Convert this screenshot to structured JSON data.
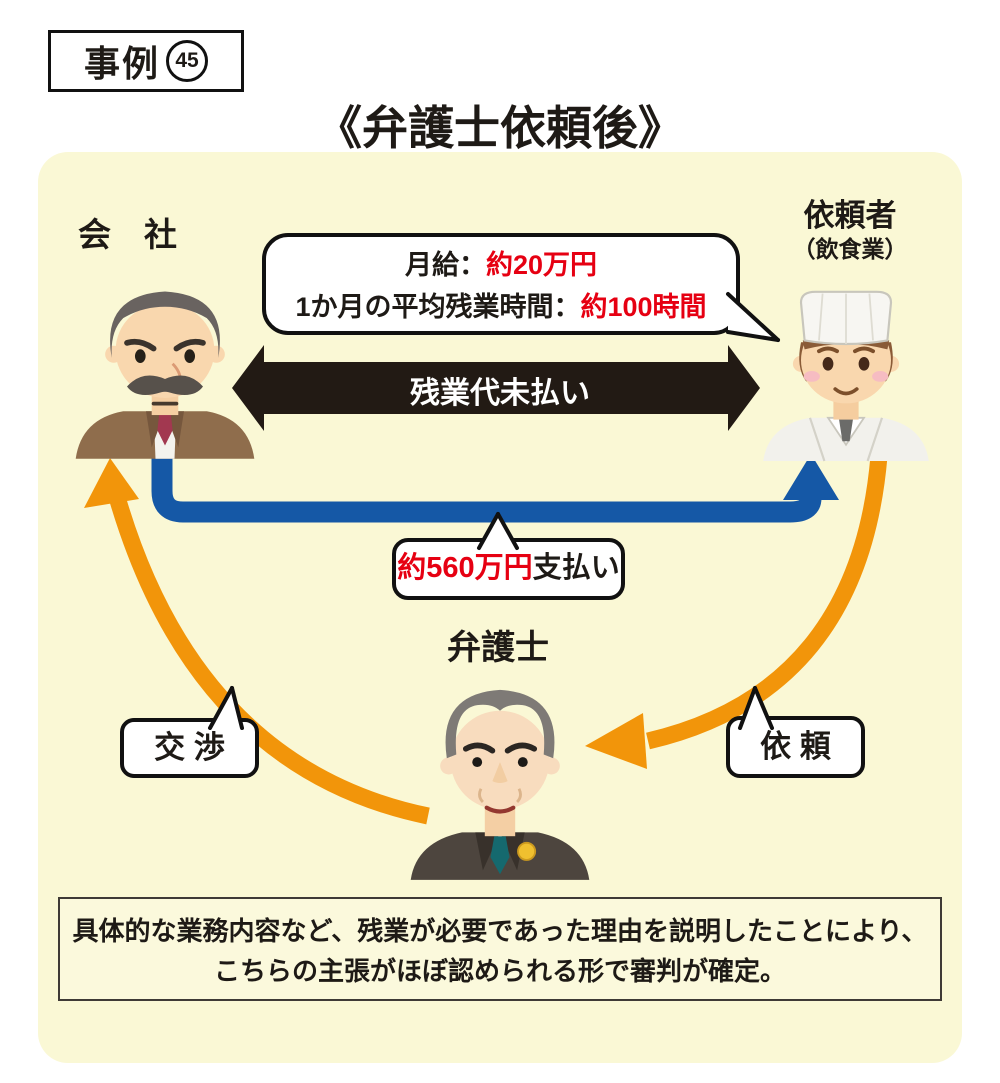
{
  "badge": {
    "prefix": "事例",
    "number": "45"
  },
  "title": "《弁護士依頼後》",
  "actors": {
    "company": {
      "label": "会　社"
    },
    "client": {
      "label": "依頼者",
      "sublabel": "（飲食業）"
    },
    "lawyer": {
      "label": "弁護士"
    }
  },
  "relations": {
    "unpaid_overtime": "残業代未払い"
  },
  "callouts": {
    "conditions": {
      "line1_prefix": "月給：",
      "line1_value": "約20万円",
      "line2_prefix": "1か月の平均残業時間：",
      "line2_value": "約100時間"
    },
    "payment": {
      "value": "約560万円",
      "suffix": "支払い"
    },
    "negotiation": "交渉",
    "request": "依頼"
  },
  "summary": {
    "line1": "具体的な業務内容など、残業が必要であった理由を説明したことにより、",
    "line2": "こちらの主張がほぼ認められる形で審判が確定。"
  },
  "colors": {
    "panel_bg": "#faf8d5",
    "highlight_red": "#e60012",
    "arrow_blue": "#1558a6",
    "arrow_orange": "#f2950a",
    "arrow_black": "#221a14"
  }
}
